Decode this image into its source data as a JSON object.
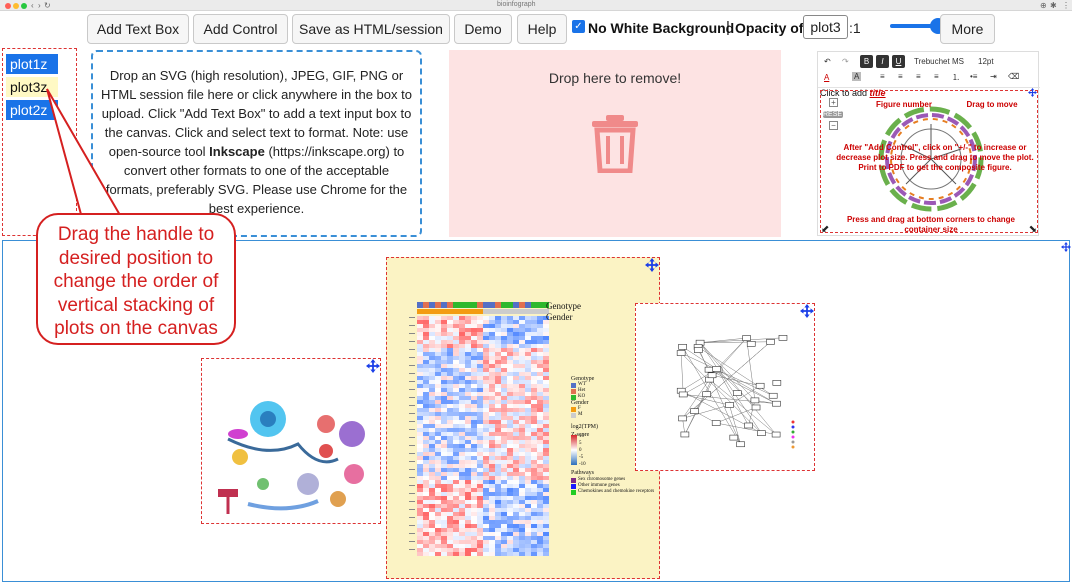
{
  "browser": {
    "url": "bioinfograph"
  },
  "toolbar": {
    "add_text_box": "Add Text Box",
    "add_control": "Add Control",
    "save": "Save as HTML/session",
    "demo": "Demo",
    "help": "Help",
    "no_white_bg": "No White Background",
    "separator": "|",
    "opacity_of": "Opacity of",
    "opacity_target": "plot3",
    "opacity_suffix": ":1",
    "more": "More",
    "checkbox_checked": true,
    "slider_value": 1.0,
    "accent": "#1a73e8"
  },
  "stack_list": [
    {
      "label": "plot1z",
      "style": "blue"
    },
    {
      "label": "plot3z",
      "style": "selected"
    },
    {
      "label": "plot2z",
      "style": "blue"
    }
  ],
  "drop_zone": {
    "line1": "Drop an SVG (high resolution), JPEG, GIF, PNG or HTML session file here or click anywhere in the box to upload. Click \"Add Text Box\" to add a text input box to the canvas. Click and select text to format. Note: use open-source tool ",
    "bold": "Inkscape",
    "line2": " (https://inkscape.org) to convert other formats to one of the acceptable formats, preferably SVG. Please use Chrome for the best experience."
  },
  "remove_zone": {
    "text": "Drop here to remove!",
    "color": "#fde3e3"
  },
  "mini_panel": {
    "font": "Trebuchet MS",
    "size": "12pt",
    "click_to_add": "Click to add",
    "title_word": "title",
    "figure_number": "Figure number",
    "drag_to_move": "Drag to move",
    "reset": "RESET",
    "note": "After \"Add Control\", click on \"+/-\" to increase or decrease plot size. Press and drag to move the plot. Print to PDF to get the composite figure.",
    "corners": "Press and drag at bottom corners to change container size"
  },
  "callout": {
    "text": "Drag the handle to desired position to change the order of vertical stacking of plots on the canvas"
  },
  "heatmap": {
    "legend_genotype": "Genotype",
    "legend_gender": "Gender",
    "side_title_genotype": "Genotype",
    "side_genotype_items": [
      "WT",
      "Het",
      "KO"
    ],
    "side_title_gender": "Gender",
    "side_gender_items": [
      "F",
      "M"
    ],
    "side_scale_title": "log2(TPM)",
    "side_scale_sub": "Z-score",
    "scale_ticks": [
      "10",
      "5",
      "0",
      "-5",
      "-10"
    ],
    "pathways_title": "Pathways",
    "pathways": [
      "Sex chromosome genes",
      "Other immune genes",
      "Chemokines and chemokine receptors"
    ]
  }
}
